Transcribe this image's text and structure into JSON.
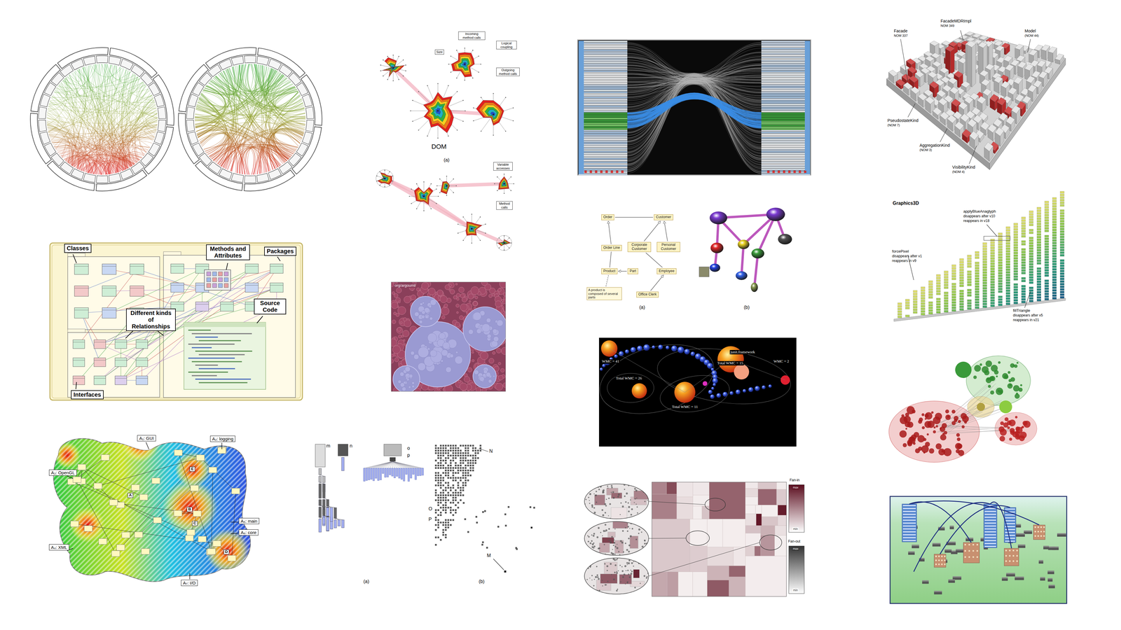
{
  "diagram": {
    "nodes": [
      {
        "text": [
          "Classes"
        ]
      },
      {
        "text": [
          "Methods and Attributes"
        ]
      },
      {
        "text": [
          "Packages"
        ]
      },
      {
        "text": [
          "Source Code"
        ]
      },
      {
        "text": [
          "Different kinds of Relationships"
        ]
      },
      {
        "text": [
          "Interfaces"
        ]
      },
      {
        "text": [
          "Order"
        ]
      },
      {
        "text": [
          "Customer"
        ]
      },
      {
        "text": [
          "Corporate Customer"
        ]
      },
      {
        "text": [
          "Personal Customer"
        ]
      },
      {
        "text": [
          "Order Line"
        ]
      },
      {
        "text": [
          "Product"
        ]
      },
      {
        "text": [
          "Part"
        ]
      },
      {
        "text": [
          "Employee"
        ]
      },
      {
        "text": [
          "A product is composed of several parts"
        ]
      },
      {
        "text": [
          "Office Clerk"
        ]
      },
      {
        "text": [
          "A₁: GUI"
        ]
      },
      {
        "text": [
          "A₂: logging"
        ]
      },
      {
        "text": [
          "A₃: OpenGL"
        ]
      },
      {
        "text": [
          "A₄: XML"
        ]
      },
      {
        "text": [
          "A₅: main"
        ]
      },
      {
        "text": [
          "A₆: core"
        ]
      },
      {
        "text": [
          "A₇: I/O"
        ]
      },
      {
        "text": [
          "A"
        ]
      },
      {
        "text": [
          "B"
        ]
      },
      {
        "text": [
          "C"
        ]
      },
      {
        "text": [
          "D"
        ]
      },
      {
        "text": [
          "E"
        ]
      },
      {
        "text": [
          "Incoming method calls"
        ]
      },
      {
        "text": [
          "Logical coupling"
        ]
      },
      {
        "text": [
          "Size"
        ]
      },
      {
        "text": [
          "Outgoing method calls"
        ]
      },
      {
        "text": [
          "Variable accesses"
        ]
      },
      {
        "text": [
          "Method calls"
        ]
      }
    ],
    "edges": [
      {
        "from": 6,
        "to": 7,
        "arrow": "none"
      },
      {
        "from": 8,
        "to": 7,
        "arrow": "to"
      },
      {
        "from": 9,
        "to": 7,
        "arrow": "to"
      },
      {
        "from": 10,
        "to": 6,
        "arrow": "to"
      },
      {
        "from": 11,
        "to": 10,
        "arrow": "none"
      },
      {
        "from": 12,
        "to": 11,
        "arrow": "to"
      },
      {
        "from": 13,
        "to": 8,
        "arrow": "none"
      },
      {
        "from": 14,
        "to": 11,
        "arrow": "none"
      },
      {
        "from": 15,
        "to": 13,
        "arrow": "to"
      }
    ],
    "labels": [
      "DOM",
      "(a)",
      "org/argouml/",
      "Facade",
      "NOM 337",
      "FacadeMDRImpl",
      "NOM 349",
      "Model",
      "(NOM 44)",
      "PseudostateKind",
      "(NOM 7)",
      "AggregationKind",
      "(NOM 3)",
      "VisibilityKind",
      "(NOM 4)",
      "(a)",
      "(b)",
      "Graphics3D",
      "applyBlueAnaglyph",
      "disappears after v10",
      "reappears in v18",
      "forcePixel",
      "disappears after v1",
      "reappears in v9",
      "fillTriangle",
      "disappears after v5",
      "reappears in v21",
      "WMC = 41",
      "junit.framework",
      "Total WMC = 15",
      "WMC = 2",
      "Total WMC = 26",
      "Total WMC = 11",
      "m",
      "n",
      "o",
      "p",
      "(a)",
      "(b)",
      "N",
      "O",
      "P",
      "M",
      "Fan-in",
      "max",
      "min",
      "Fan-out",
      "max",
      "min"
    ]
  }
}
